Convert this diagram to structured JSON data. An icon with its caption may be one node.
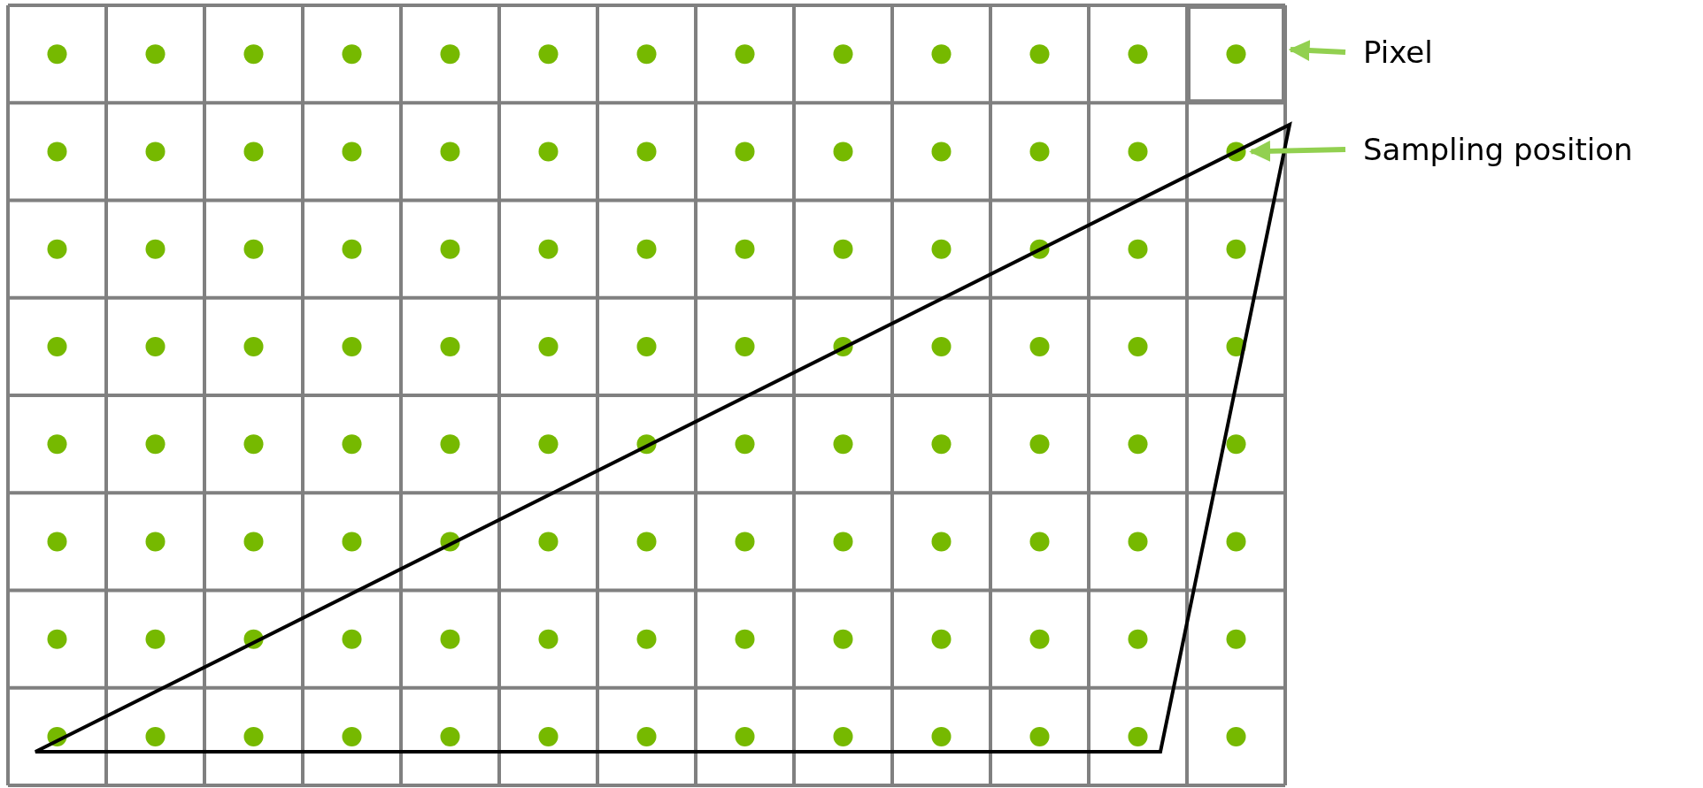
{
  "diagram": {
    "nodes": [
      {
        "text": [
          "Pixel"
        ]
      },
      {
        "text": [
          "Sampling position"
        ]
      },
      {
        "text": [],
        "shape": "box"
      },
      {
        "text": [],
        "shape": "circle"
      }
    ],
    "edges": [
      {
        "from": 0,
        "to": 2,
        "arrow": "to"
      },
      {
        "from": 1,
        "to": 3,
        "arrow": "to"
      }
    ]
  }
}
